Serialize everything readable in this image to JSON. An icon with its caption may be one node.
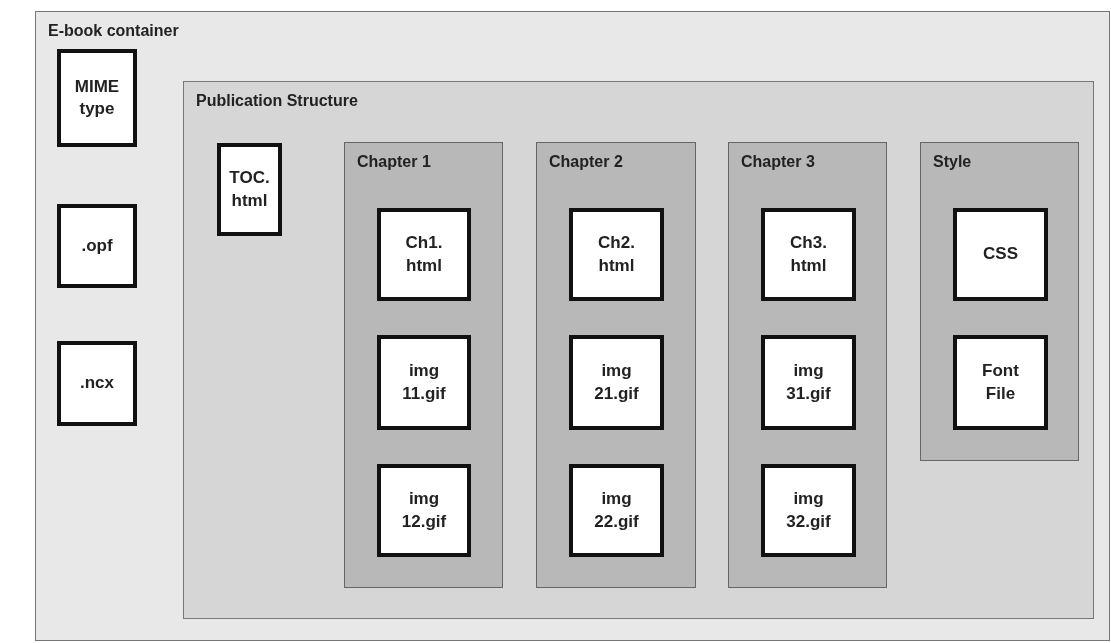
{
  "diagram": {
    "nodes": [
      {
        "text": [
          "E-book container"
        ]
      },
      {
        "text": [
          "MIME type"
        ],
        "in": 0
      },
      {
        "text": [
          ".opf"
        ],
        "in": 0
      },
      {
        "text": [
          ".ncx"
        ],
        "in": 0
      },
      {
        "text": [
          "Publication Structure"
        ],
        "in": 0
      },
      {
        "text": [
          "TOC. html"
        ],
        "in": 4
      },
      {
        "text": [
          "Chapter 1"
        ],
        "in": 4
      },
      {
        "text": [
          "Ch1. html"
        ],
        "in": 6
      },
      {
        "text": [
          "img 11.gif"
        ],
        "in": 6
      },
      {
        "text": [
          "img 12.gif"
        ],
        "in": 6
      },
      {
        "text": [
          "Chapter 2"
        ],
        "in": 4
      },
      {
        "text": [
          "Ch2. html"
        ],
        "in": 10
      },
      {
        "text": [
          "img 21.gif"
        ],
        "in": 10
      },
      {
        "text": [
          "img 22.gif"
        ],
        "in": 10
      },
      {
        "text": [
          "Chapter 3"
        ],
        "in": 4
      },
      {
        "text": [
          "Ch3. html"
        ],
        "in": 14
      },
      {
        "text": [
          "img 31.gif"
        ],
        "in": 14
      },
      {
        "text": [
          "img 32.gif"
        ],
        "in": 14
      },
      {
        "text": [
          "Style"
        ],
        "in": 4
      },
      {
        "text": [
          "CSS"
        ],
        "in": 18
      },
      {
        "text": [
          "Font File"
        ],
        "in": 18
      }
    ]
  }
}
